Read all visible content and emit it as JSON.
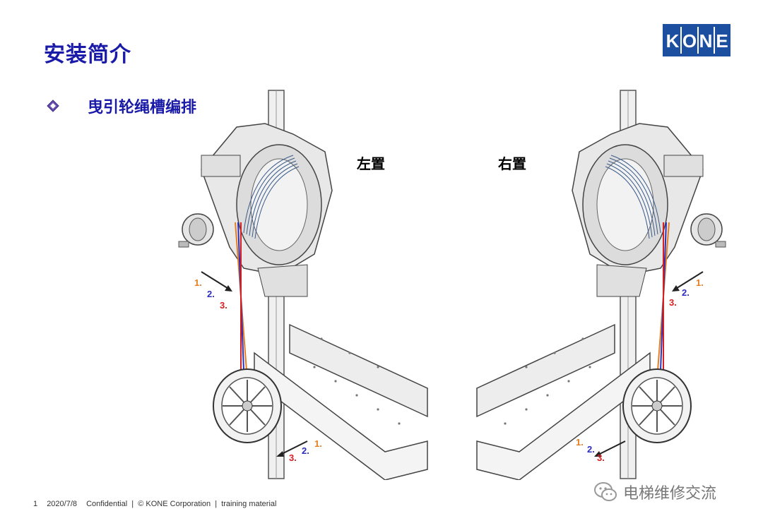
{
  "page_title": "安装简介",
  "logo_text": "KONE",
  "bullet_text": "曳引轮绳槽编排",
  "labels": {
    "left": "左置",
    "right": "右置"
  },
  "left_figure": {
    "num1": "1.",
    "num2": "2.",
    "num3": "3."
  },
  "right_figure": {
    "num1": "1.",
    "num2": "2.",
    "num3": "3."
  },
  "colors": {
    "title": "#1a1aa8",
    "brand": "#1c4fa0",
    "rope1": "#e67e22",
    "rope2": "#2e2ebd",
    "rope3": "#d42020"
  },
  "footer": {
    "page_number": "1",
    "date": "2020/7/8",
    "text": "Confidential  |  © KONE Corporation  |  training material"
  },
  "watermark": "电梯维修交流"
}
